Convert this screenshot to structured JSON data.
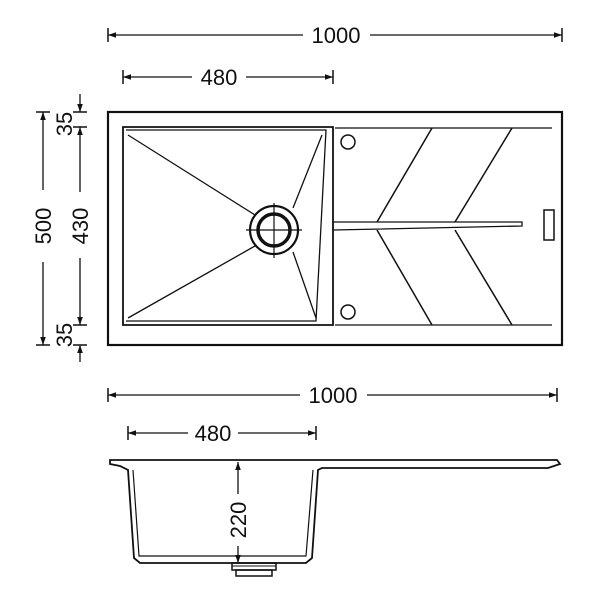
{
  "top_view": {
    "overall_width": "1000",
    "bowl_width": "480",
    "overall_depth": "500",
    "bowl_depth": "430",
    "top_margin": "35",
    "bottom_margin": "35"
  },
  "side_view": {
    "overall_width": "1000",
    "bowl_width": "480",
    "bowl_height": "220"
  },
  "colors": {
    "line": "#111111",
    "background": "#ffffff"
  }
}
